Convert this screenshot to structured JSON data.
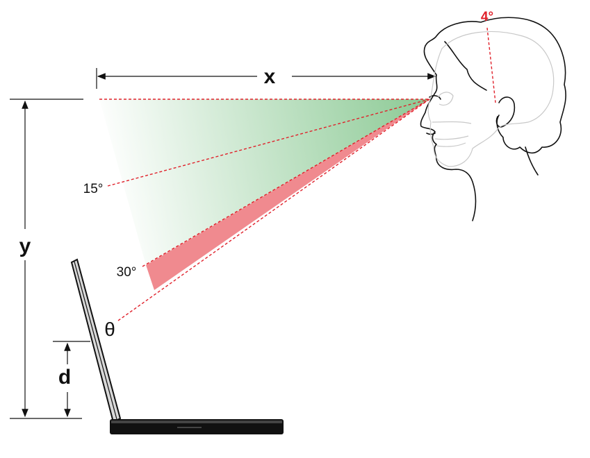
{
  "labels": {
    "x": "x",
    "y": "y",
    "d": "d",
    "theta": "θ",
    "angle_15": "15°",
    "angle_30": "30°",
    "head_tilt": "4°"
  },
  "colors": {
    "accent_red": "#e0202a",
    "green_zone": "#2e9e3e",
    "red_zone": "#f08a8f",
    "line": "#111111"
  }
}
